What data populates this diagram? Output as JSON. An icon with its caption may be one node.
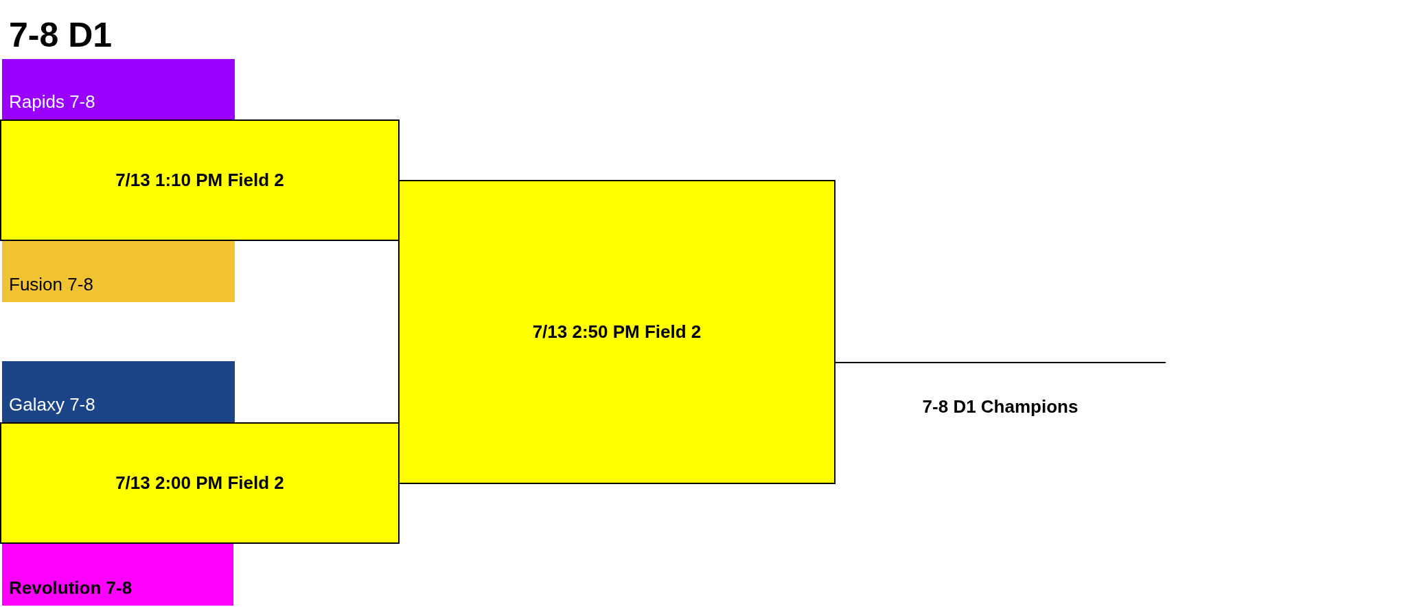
{
  "diagram": {
    "title": "7-8 D1",
    "nodes": [
      {
        "text": [
          "Rapids 7-8"
        ]
      },
      {
        "text": [
          "7/13 1:10 PM Field 2"
        ]
      },
      {
        "text": [
          "Fusion 7-8"
        ]
      },
      {
        "text": [
          "Galaxy 7-8"
        ]
      },
      {
        "text": [
          "7/13 2:00 PM Field 2"
        ]
      },
      {
        "text": [
          "Revolution 7-8"
        ]
      },
      {
        "text": [
          "7/13 2:50 PM Field 2"
        ]
      },
      {
        "text": [
          "7-8 D1 Champions"
        ]
      }
    ]
  }
}
